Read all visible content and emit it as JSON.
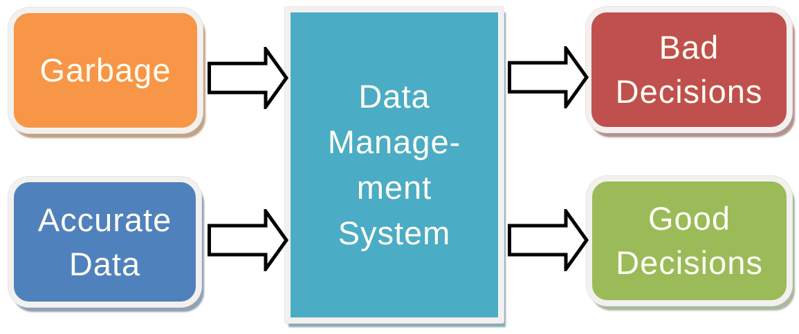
{
  "diagram": {
    "type": "flow-diagram",
    "background_color": "#ffffff",
    "text_color": "#fffef4",
    "nodes": {
      "garbage": {
        "label": "Garbage",
        "lines": [
          "Garbage"
        ],
        "fill": "#f79646",
        "shadow": "#c3a285",
        "shape": "rounded-rectangle"
      },
      "accurate_data": {
        "label": "Accurate Data",
        "lines": [
          "Accurate",
          "Data"
        ],
        "fill": "#4f81bd",
        "shadow": "#93a0b3",
        "shape": "rounded-rectangle"
      },
      "dms": {
        "label": "Data Management System",
        "lines": [
          "Data",
          "Manage-",
          "ment",
          "System"
        ],
        "fill": "#4bacc6",
        "shadow": "#8ca9b5",
        "shape": "rectangle"
      },
      "bad_decisions": {
        "label": "Bad Decisions",
        "lines": [
          "Bad",
          "Decisions"
        ],
        "fill": "#c0504d",
        "shadow": "#b29290",
        "shape": "rounded-rectangle"
      },
      "good_decisions": {
        "label": "Good Decisions",
        "lines": [
          "Good",
          "Decisions"
        ],
        "fill": "#9bbb59",
        "shadow": "#a9b8a0",
        "shape": "rounded-rectangle"
      }
    },
    "edges": [
      {
        "from": "garbage",
        "to": "dms",
        "style": "block-arrow-right"
      },
      {
        "from": "accurate_data",
        "to": "dms",
        "style": "block-arrow-right"
      },
      {
        "from": "dms",
        "to": "bad_decisions",
        "style": "block-arrow-right"
      },
      {
        "from": "dms",
        "to": "good_decisions",
        "style": "block-arrow-right"
      }
    ],
    "arrow_style": {
      "fill": "#ffffff",
      "stroke": "#000000"
    }
  }
}
